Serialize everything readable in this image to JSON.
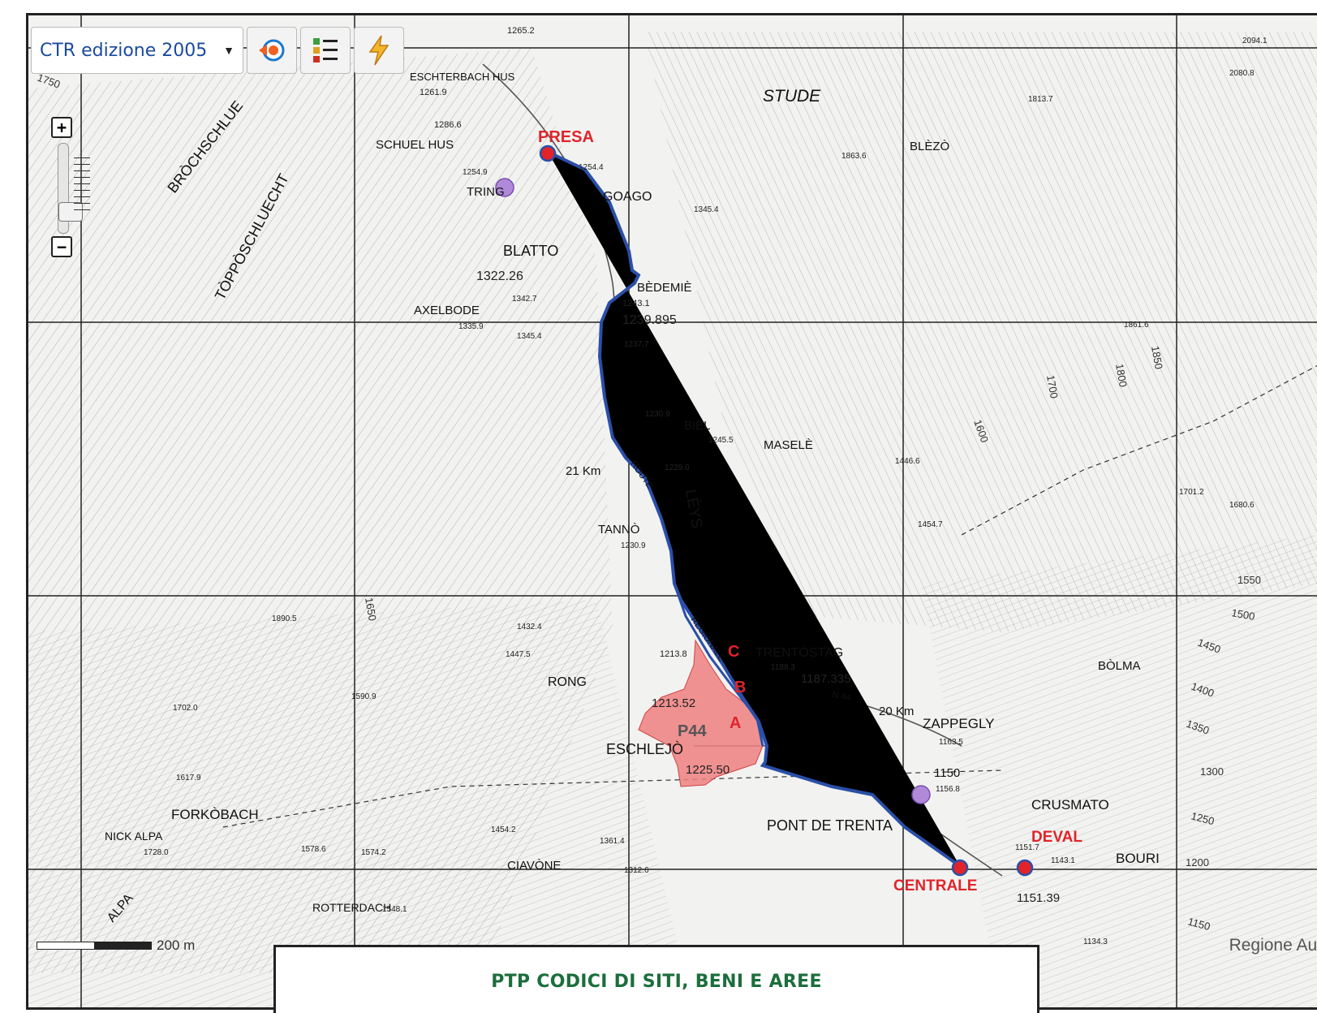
{
  "toolbar": {
    "layer_select_value": "CTR edizione 2005",
    "tools": [
      "target-icon",
      "legend-list-icon",
      "lightning-icon"
    ]
  },
  "zoom": {
    "plus_label": "+",
    "minus_label": "−"
  },
  "scale": {
    "label": "200 m"
  },
  "attribution": "Regione Aut",
  "legend_panel": {
    "title": "PTP CODICI DI SITI, BENI E AREE"
  },
  "points": {
    "presa": "PRESA",
    "centrale": "CENTRALE",
    "deval": "DEVAL",
    "area_p44": "P44",
    "mark_a": "A",
    "mark_b": "B",
    "mark_c": "C"
  },
  "places": [
    "SCHUEL HUS",
    "TRING",
    "GOAGO",
    "BLATTO",
    "BÈDEMIÈ",
    "AXELBODE",
    "STUDE",
    "BLÈZÒ",
    "BRÒCHSCHLUE",
    "TÒPPÒSCHLUECHT",
    "BIEL",
    "MASELÈ",
    "LÈYS",
    "TANNÒ",
    "RONG",
    "TRENTÒSTAG",
    "ZAPPEGLY",
    "ESCHLEJÒ",
    "CRUSMATO",
    "BÒLMA",
    "BOURI",
    "PONT DE TRENTA",
    "FORKÒBACH",
    "NICK ALPA",
    "CIAVÒNE",
    "ROTTERDACH",
    "ALPA",
    "ESCHTERBACH HUS"
  ],
  "elevations": [
    "1265.2",
    "1261.9",
    "1286.6",
    "1254.9",
    "1254.4",
    "1345.4",
    "1322.26",
    "1342.7",
    "1335.9",
    "1345.4",
    "1243.1",
    "1239.895",
    "1237.7",
    "1230.9",
    "1245.5",
    "1229.0",
    "1230.9",
    "1213.8",
    "1213.52",
    "1225.50",
    "1187.335",
    "1188.3",
    "1163.5",
    "1156.8",
    "1151.7",
    "1143.1",
    "1151.39",
    "1813.7",
    "1863.6",
    "1446.6",
    "1454.7",
    "1432.4",
    "1447.5",
    "1590.9",
    "1890.5",
    "1702.0",
    "1617.9",
    "1728.0",
    "1578.6",
    "1574.2",
    "1454.2",
    "1361.4",
    "1312.6",
    "1548.1",
    "1701.2",
    "1680.6",
    "2094.1",
    "2080.8",
    "1861.6",
    "1134.3"
  ],
  "contours": [
    "1750",
    "1600",
    "1550",
    "1500",
    "1450",
    "1400",
    "1350",
    "1300",
    "1250",
    "1200",
    "1150",
    "1650",
    "1700",
    "1800",
    "1850"
  ],
  "route_labels": [
    "21 Km",
    "20 Km",
    "ROUTE",
    "REGIONALE",
    "N.44",
    "1150"
  ],
  "colors": {
    "route": "#2a4fa8",
    "marker": "#e0242a",
    "area_fill": "#f08080",
    "label_red": "#e0242a",
    "legend_title": "#1c6e3c"
  }
}
